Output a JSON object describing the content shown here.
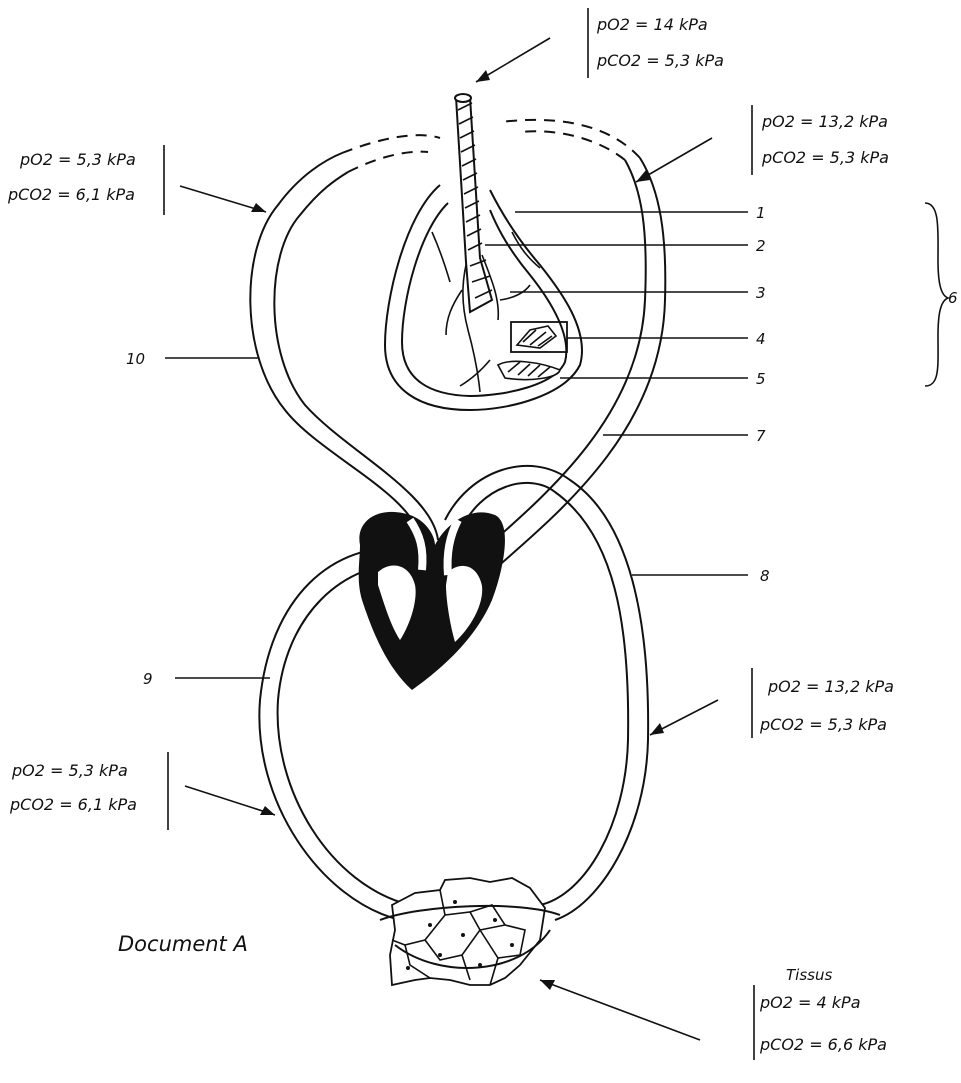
{
  "labels": {
    "trachea_top": {
      "po2": "pO2 = 14 kPa",
      "pco2": "pCO2 = 5,3 kPa"
    },
    "pulmonary_artery_top_left": {
      "po2": "pO2 = 5,3 kPa",
      "pco2": "pCO2 = 6,1 kPa"
    },
    "pulmonary_vein_top_right": {
      "po2": "pO2 = 13,2 kPa",
      "pco2": "pCO2 = 5,3 kPa"
    },
    "aorta_right": {
      "po2": "pO2 = 13,2 kPa",
      "pco2": "pCO2 = 5,3 kPa"
    },
    "vena_cava_left": {
      "po2": "pO2 = 5,3 kPa",
      "pco2": "pCO2 = 6,1 kPa"
    },
    "tissues": {
      "title": "Tissus",
      "po2": "pO2 = 4 kPa",
      "pco2": "pCO2 = 6,6 kPa"
    }
  },
  "numbers": {
    "n1": "1",
    "n2": "2",
    "n3": "3",
    "n4": "4",
    "n5": "5",
    "n6": "6",
    "n7": "7",
    "n8": "8",
    "n9": "9",
    "n10": "10"
  },
  "document_title": "Document A"
}
